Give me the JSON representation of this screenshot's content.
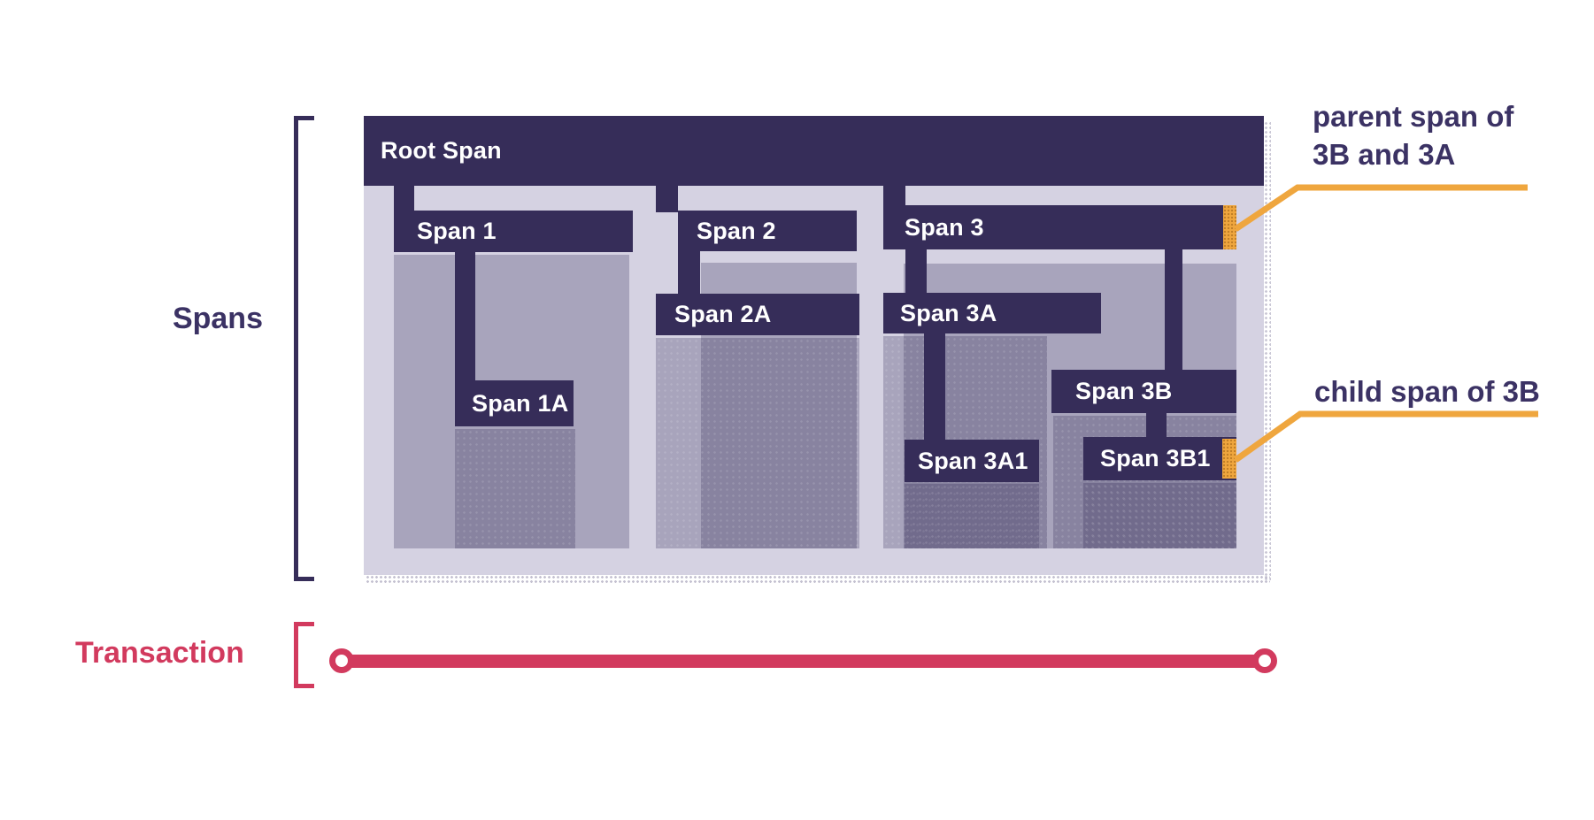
{
  "legend": {
    "spans_label": "Spans",
    "transaction_label": "Transaction"
  },
  "span_labels": {
    "root": "Root Span",
    "s1": "Span 1",
    "s1a": "Span 1A",
    "s2": "Span 2",
    "s2a": "Span 2A",
    "s3": "Span 3",
    "s3a": "Span 3A",
    "s3a1": "Span 3A1",
    "s3b": "Span 3B",
    "s3b1": "Span 3B1"
  },
  "hierarchy": {
    "Root Span": [
      "Span 1",
      "Span 2",
      "Span 3"
    ],
    "Span 1": [
      "Span 1A"
    ],
    "Span 2": [
      "Span 2A"
    ],
    "Span 3": [
      "Span 3A",
      "Span 3B"
    ],
    "Span 3A": [
      "Span 3A1"
    ],
    "Span 3B": [
      "Span 3B1"
    ]
  },
  "annotations": {
    "parent": {
      "line1": "parent span of",
      "line2": "3B and 3A"
    },
    "child": {
      "line1": "child span of 3B"
    }
  },
  "colors": {
    "dark_purple": "#362d59",
    "container_lavender": "#d5d2e2",
    "navy_text": "#3b3264",
    "accent_orange": "#efa63e",
    "crimson": "#d23a5e",
    "white_text": "#ffffff",
    "body_overlay": "rgba(54,45,89,0.28)"
  }
}
